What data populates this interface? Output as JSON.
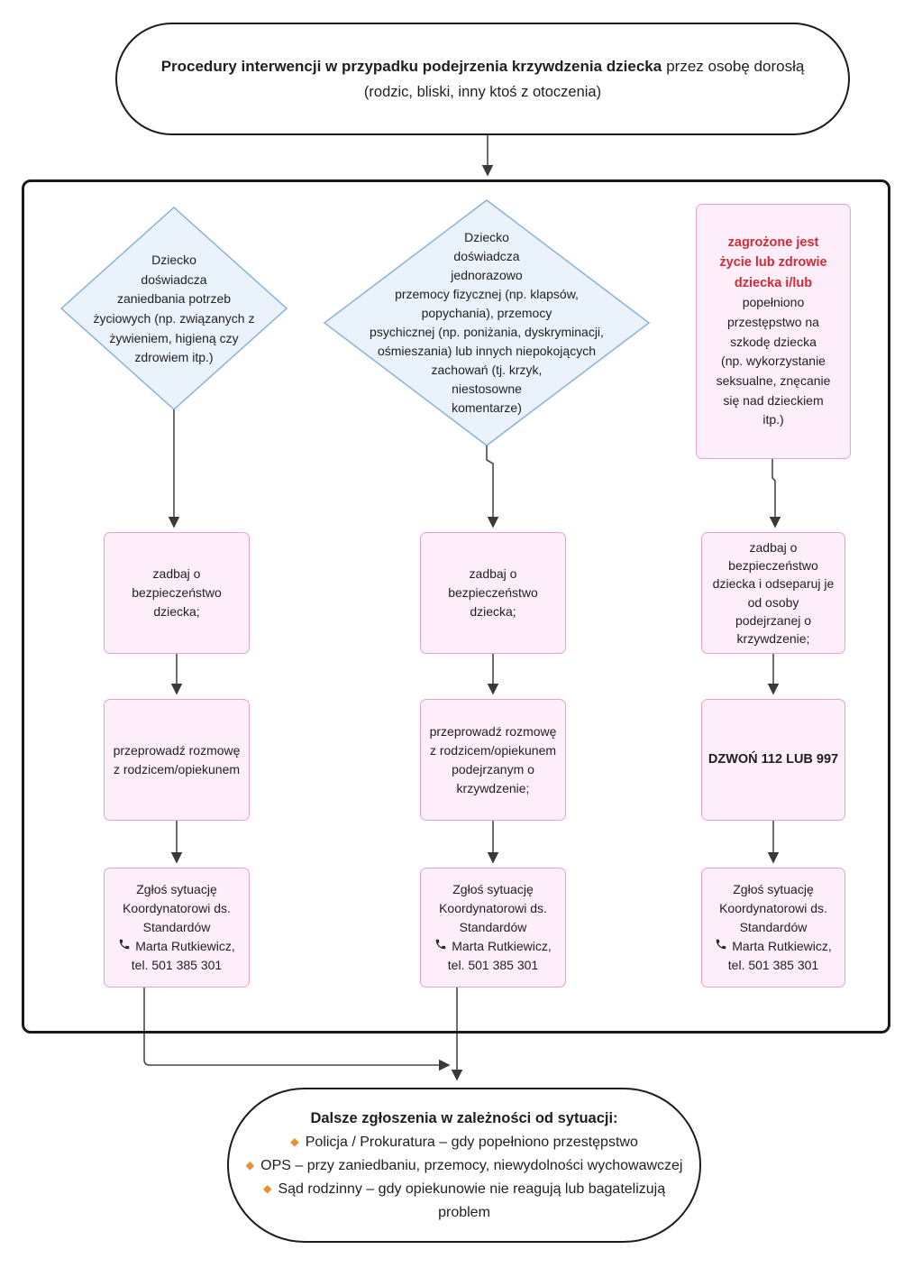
{
  "title": {
    "main_bold": "Procedury interwencji w przypadku podejrzenia krzywdzenia dziecka",
    "main_regular": "przez osobę dorosłą",
    "subtitle": "(rodzic, bliski, inny ktoś z otoczenia)"
  },
  "columns": [
    {
      "condition": "Dziecko\ndoświadcza\nzaniedbania potrzeb\nżyciowych (np. związanych z\nżywieniem, higieną czy\nzdrowiem itp.)",
      "step1": "zadbaj o\nbezpieczeństwo\ndziecka;",
      "step2": "przeprowadź rozmowę\nz rodzicem/opiekunem",
      "report": {
        "header": "Zgłoś sytuację\nKoordynatorowi ds.\nStandardów",
        "contact_name": "Marta Rutkiewicz,",
        "contact_tel": "tel. 501 385 301"
      }
    },
    {
      "condition": "Dziecko\ndoświadcza\njednorazowo\nprzemocy fizycznej (np. klapsów,\npopychania), przemocy\npsychicznej (np. poniżania, dyskryminacji,\nośmieszania) lub innych niepokojących\nzachowań (tj. krzyk,\nniestosowne\nkomentarze)",
      "step1": "zadbaj o\nbezpieczeństwo\ndziecka;",
      "step2": "przeprowadź rozmowę\nz rodzicem/opiekunem\npodejrzanym o\nkrzywdzenie;",
      "report": {
        "header": "Zgłoś sytuację\nKoordynatorowi ds.\nStandardów",
        "contact_name": "Marta Rutkiewicz,",
        "contact_tel": "tel. 501 385 301"
      }
    },
    {
      "condition_highlight": "zagrożone jest\nżycie lub zdrowie\ndziecka i/lub",
      "condition_rest": "popełniono\nprzestępstwo na\nszkodę dziecka\n(np. wykorzystanie\nseksualne, znęcanie\nsię nad dzieckiem\nitp.)",
      "step1": "zadbaj o\nbezpieczeństwo\ndziecka i odseparuj je\nod osoby\npodejrzanej o\nkrzywdzenie;",
      "step2": "DZWOŃ 112 LUB 997",
      "report": {
        "header": "Zgłoś sytuację\nKoordynatorowi ds.\nStandardów",
        "contact_name": "Marta Rutkiewicz,",
        "contact_tel": "tel. 501 385 301"
      }
    }
  ],
  "footer": {
    "heading": "Dalsze zgłoszenia w zależności od sytuacji:",
    "bullet_icon": "◆",
    "items": [
      "Policja / Prokuratura – gdy popełniono przestępstwo",
      "OPS – przy zaniedbaniu, przemocy, niewydolności wychowawczej",
      "Sąd rodzinny – gdy opiekunowie nie reagują lub bagatelizują problem"
    ]
  },
  "colors": {
    "diamond_fill": "#eaf2fb",
    "diamond_border": "#8ab1d9",
    "box_fill": "#fdeef9",
    "box_border": "#e5a2d9",
    "alert_text": "#d22b35",
    "bullet": "#e8912d",
    "connector": "#4a4a4a"
  }
}
